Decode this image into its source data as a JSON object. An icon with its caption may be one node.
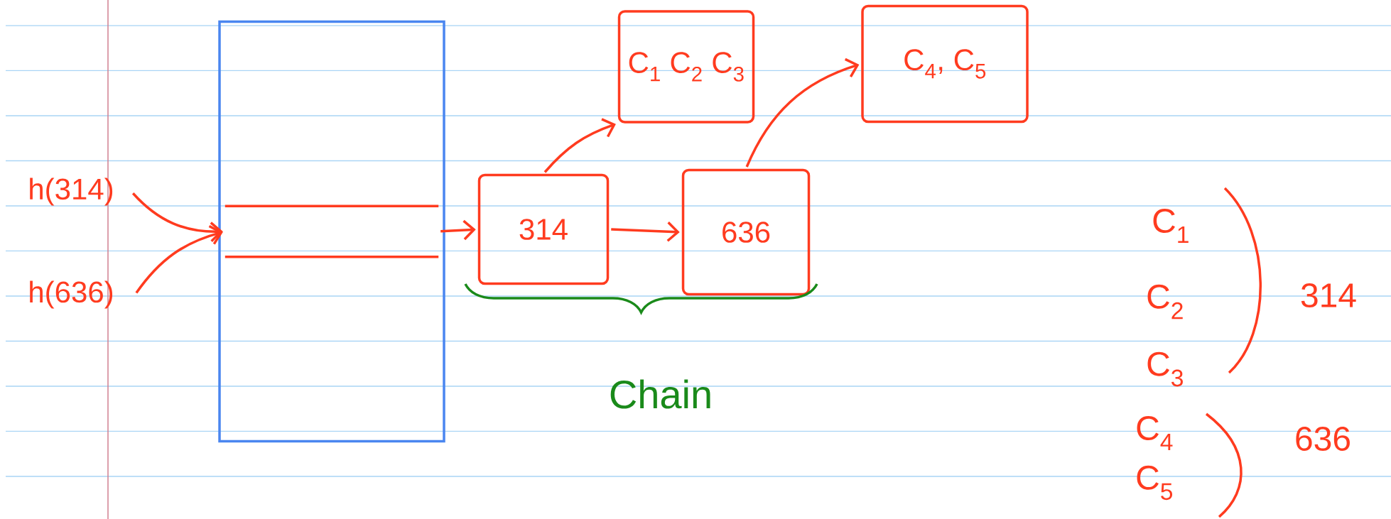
{
  "diagram": {
    "nodes": [
      {
        "text": [
          "h(314)"
        ]
      },
      {
        "text": [
          "h(636)"
        ]
      },
      {
        "text": [],
        "shape": "box"
      },
      {
        "text": [],
        "shape": "box",
        "in": 2
      },
      {
        "text": [
          "314"
        ]
      },
      {
        "text": [
          "636"
        ]
      },
      {
        "text": [
          "C$_{1}$ C$_{2}$ C$_{3}$"
        ]
      },
      {
        "text": [
          "C$_{4}$, C$_{5}$"
        ]
      }
    ],
    "edges": [
      {
        "from": 0,
        "to": 3,
        "arrow": "to"
      },
      {
        "from": 1,
        "to": 3,
        "arrow": "to"
      },
      {
        "from": 3,
        "to": 4,
        "arrow": "to"
      },
      {
        "from": 4,
        "to": 5,
        "arrow": "to"
      },
      {
        "from": 4,
        "to": 6,
        "arrow": "to"
      },
      {
        "from": 5,
        "to": 7,
        "arrow": "to"
      }
    ],
    "labels": [
      "Chain",
      "C$_{1}$",
      "C$_{2}$",
      "C$_{3}$",
      "314",
      "C$_{4}$",
      "C$_{5}$",
      "636"
    ]
  }
}
